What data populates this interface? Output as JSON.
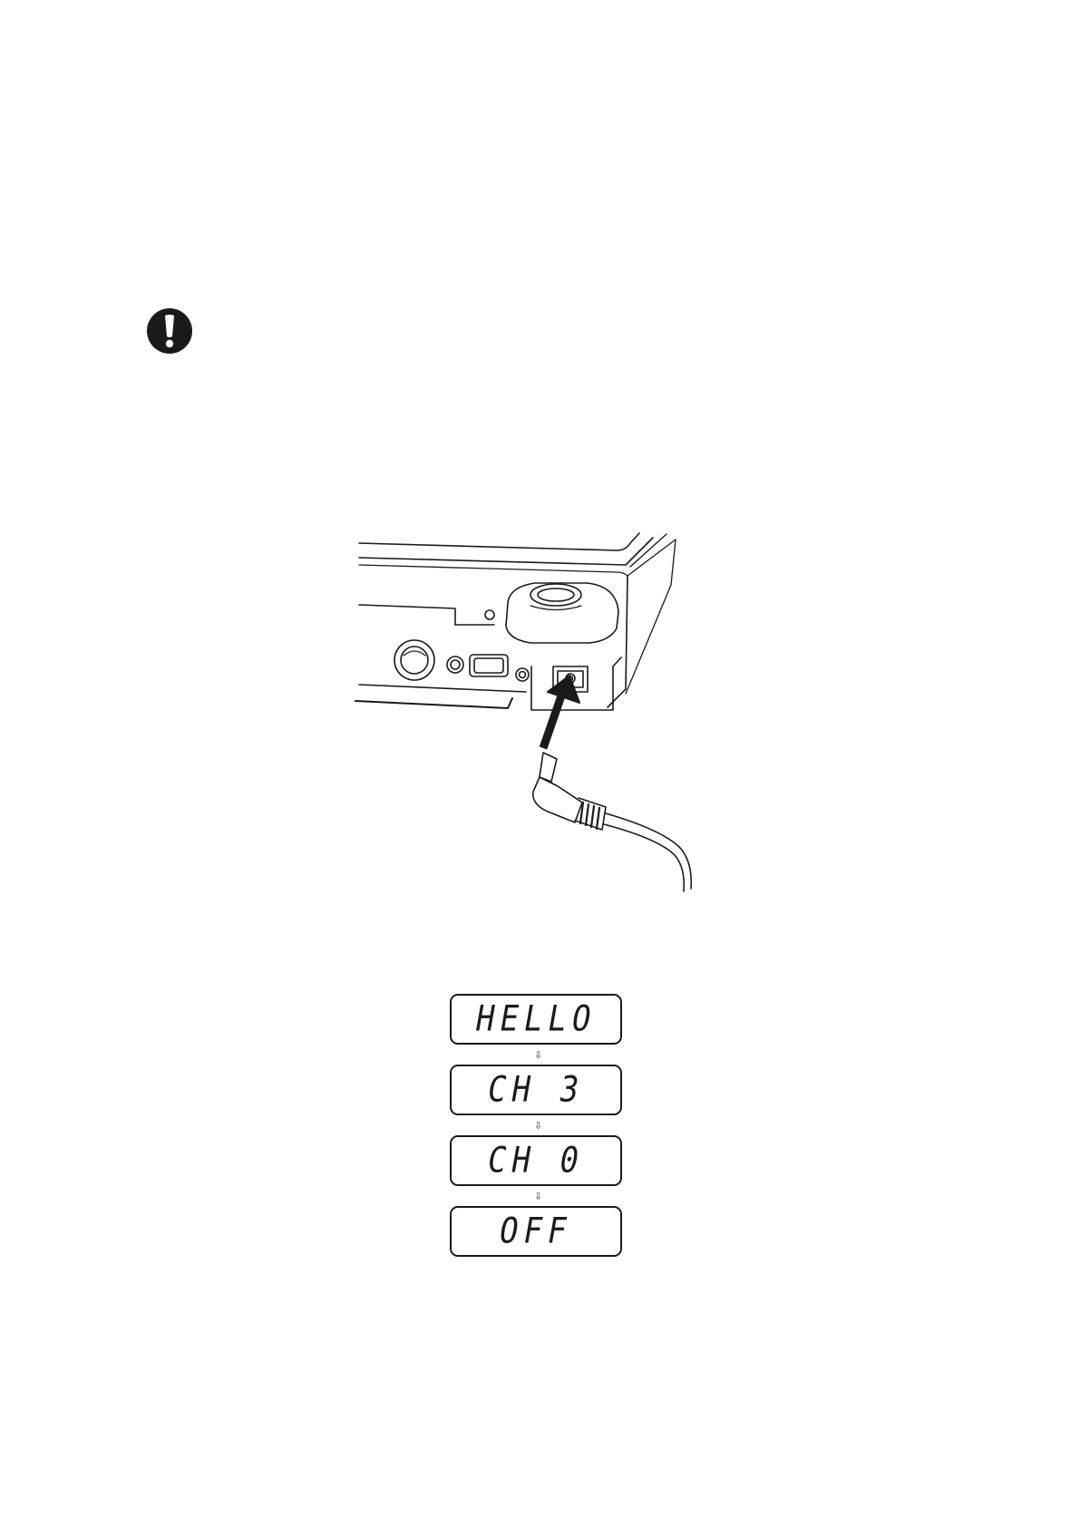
{
  "warning": {
    "icon": "exclamation-circle-icon",
    "color": "#1a1a1a"
  },
  "illustration": {
    "subject": "balance-rear-panel-adapter-connection"
  },
  "display_sequence": {
    "arrow_glyph": "⇩",
    "screens": [
      {
        "text": "HELLO"
      },
      {
        "text": "CH 3"
      },
      {
        "text": "CH 0"
      },
      {
        "text": "OFF"
      }
    ]
  }
}
